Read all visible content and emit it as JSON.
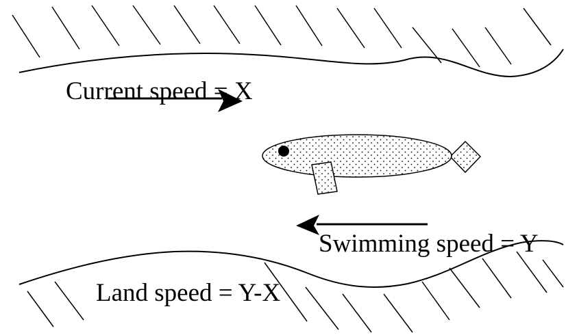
{
  "labels": {
    "current_speed": "Current speed = X",
    "swimming_speed": "Swimming speed = Y",
    "land_speed": "Land speed = Y-X"
  },
  "icons": {
    "fish": "fish-icon",
    "current_arrow": "arrow-right-icon",
    "swim_arrow": "arrow-left-icon"
  },
  "colors": {
    "ink": "#000000",
    "background": "#ffffff"
  }
}
